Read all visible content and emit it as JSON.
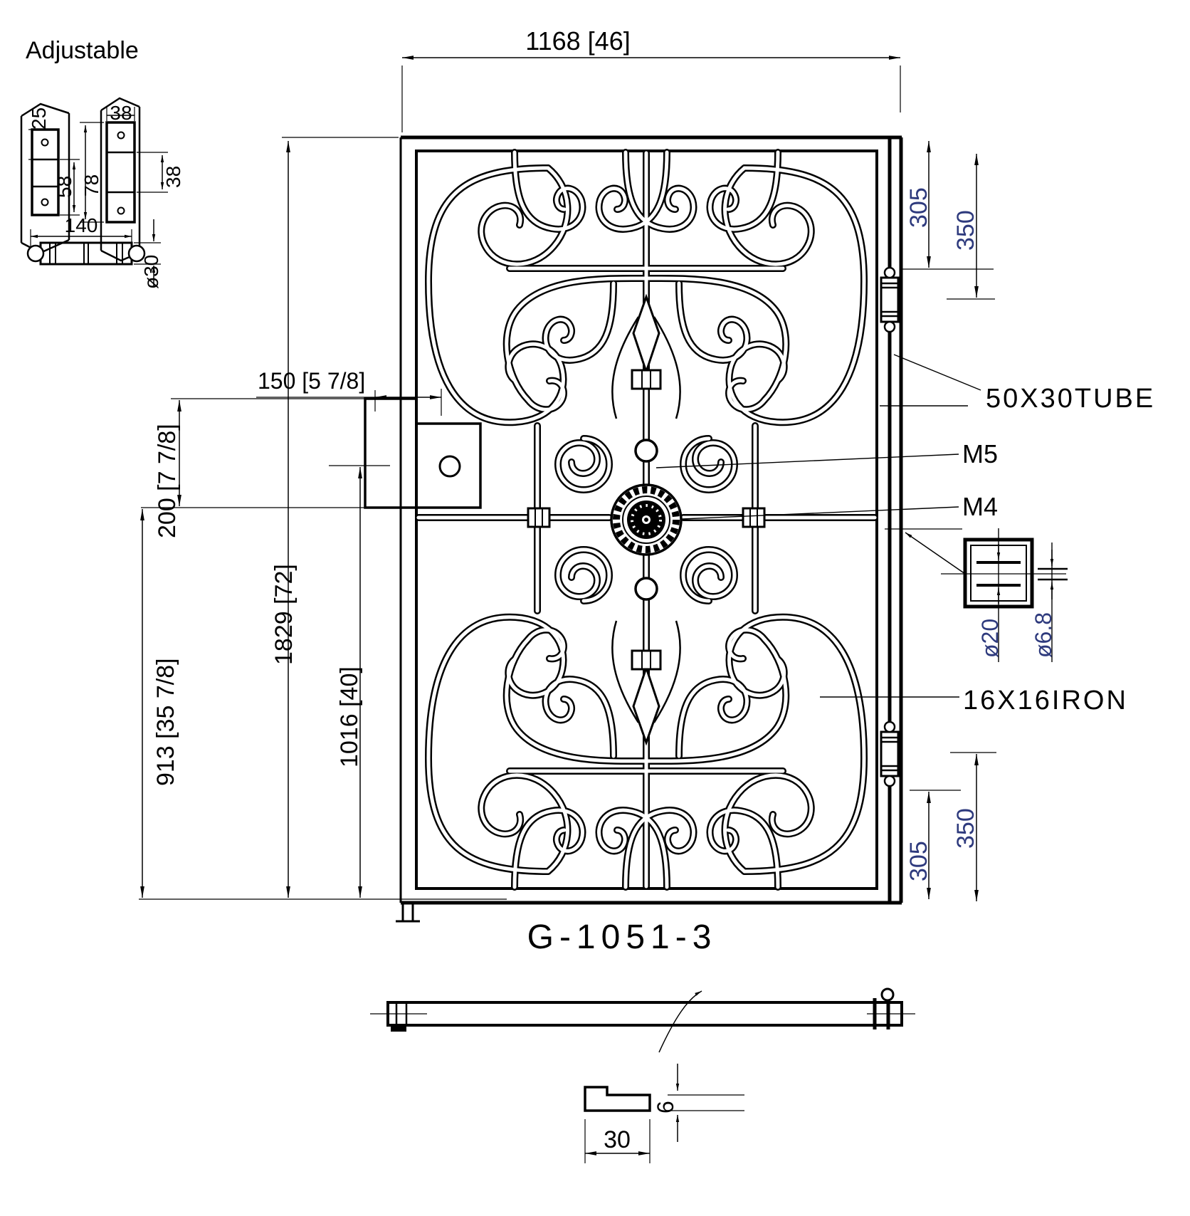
{
  "page": {
    "background": "#ffffff",
    "ink": "#000000",
    "accent": "#2e3a7d"
  },
  "header": {
    "adjustable_label": "Adjustable",
    "drawing_number": "G-1051-3"
  },
  "callouts": {
    "frame_tube": "50X30TUBE",
    "bolt_top": "M5",
    "bolt_bottom": "M4",
    "infill_bar": "16X16IRON"
  },
  "gate_dims": {
    "overall_width": "1168  [46]",
    "overall_height": "1829 [72]",
    "latch_offset": "150 [5 7/8]",
    "lock_box_height": "200 [7 7/8]",
    "handle_height": "1016 [40]",
    "below_lock_height": "913 [35 7/8]",
    "hinge_top_to_rail": "305",
    "hinge_top_span": "350",
    "hinge_bottom_to_rail": "305",
    "hinge_bottom_span": "350"
  },
  "bar_detail": {
    "bar_size": "ø20",
    "hole_size": "ø6.8"
  },
  "stop_detail": {
    "width": "30",
    "thickness": "6"
  },
  "hinge_detail": {
    "plate_top": "25",
    "plate_mid": "58",
    "plate_width": "38",
    "plate_height": "78",
    "plate_mid_front": "38",
    "barrel_length": "140",
    "barrel_diameter": "ø30"
  }
}
